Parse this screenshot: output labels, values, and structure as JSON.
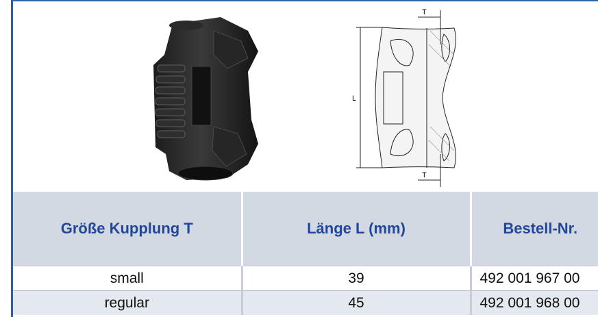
{
  "drawing": {
    "label_t_top": "T",
    "label_l": "L",
    "label_t_bottom": "T"
  },
  "table": {
    "headers": [
      "Größe Kupplung T",
      "Länge L (mm)",
      "Bestell-Nr."
    ],
    "rows": [
      [
        "small",
        "39",
        "492 001 967 00"
      ],
      [
        "regular",
        "45",
        "492 001 968 00"
      ]
    ]
  },
  "colors": {
    "accent": "#21479b",
    "frame": "#2f5fa8",
    "header_bg": "#d3d9e3"
  }
}
